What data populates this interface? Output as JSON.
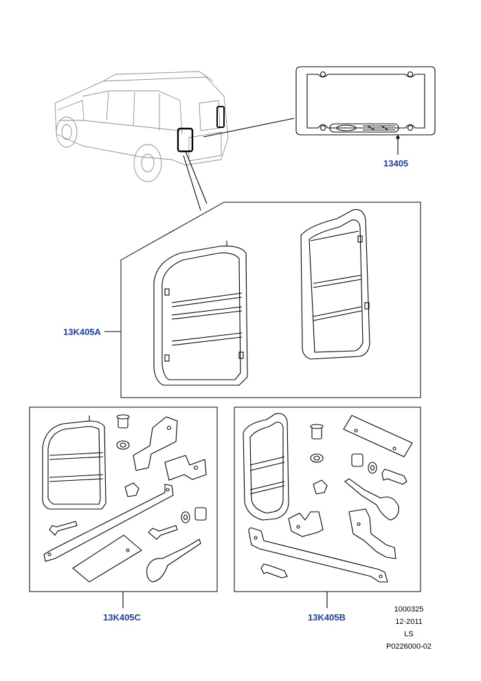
{
  "callouts": {
    "plate_frame": "13405",
    "guard_kit_a": "13K405A",
    "guard_kit_c": "13K405C",
    "guard_kit_b": "13K405B"
  },
  "reference": {
    "line1": "1000325",
    "line2": "12-2011",
    "line3": "LS",
    "line4": "P0226000-02"
  },
  "colors": {
    "callout_text": "#1a3bd6",
    "line_art": "#000000",
    "vehicle_outline": "#8a8a8a"
  }
}
